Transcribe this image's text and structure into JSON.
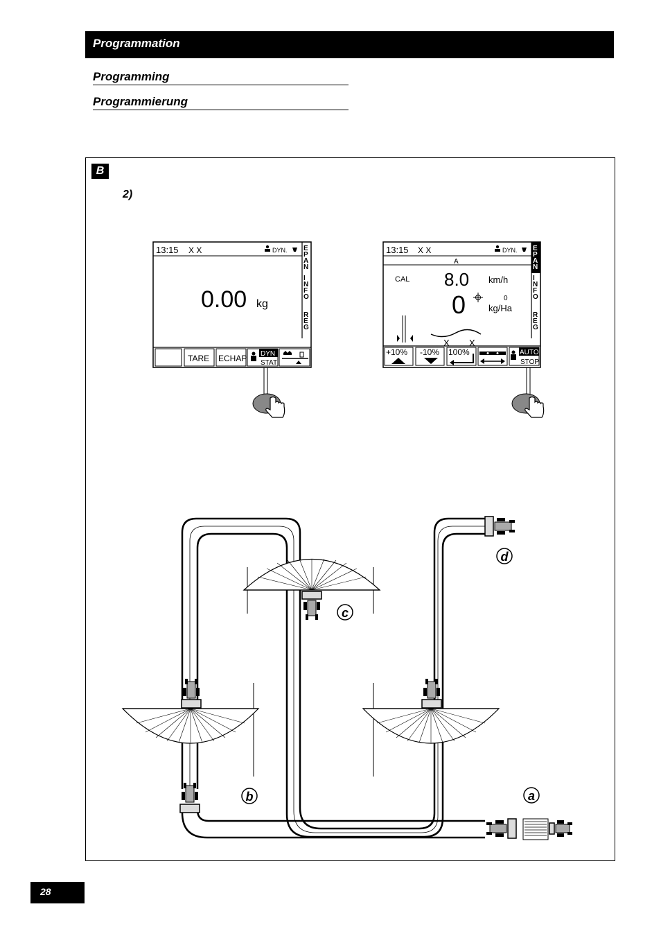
{
  "header": {
    "title": "Programmation"
  },
  "subtitles": {
    "en": "Programming",
    "de": "Programmierung"
  },
  "figure": {
    "badge": "B",
    "step": "2)"
  },
  "screen_left": {
    "time": "13:15",
    "status": "X X",
    "mode": "DYN.",
    "side_tabs": [
      "EPAN",
      "INFO",
      "REG"
    ],
    "weight_value": "0.00",
    "weight_unit": "kg",
    "buttons": [
      "TARE",
      "ECHAP"
    ],
    "dyn_label": "DYN",
    "stat_label": "STAT"
  },
  "screen_right": {
    "time": "13:15",
    "status": "X X",
    "mode": "DYN.",
    "sub_header": "A",
    "side_tabs": [
      "EPAN",
      "INFO",
      "REG"
    ],
    "cal_label": "CAL",
    "speed_value": "8.0",
    "speed_unit": "km/h",
    "dose_value": "0",
    "dose_small": "0",
    "dose_unit": "kg/Ha",
    "buttons": [
      "+10%",
      "-10%",
      "100%"
    ],
    "auto_label": "AUTO",
    "stop_label": "STOP"
  },
  "field_labels": {
    "a": "a",
    "b": "b",
    "c": "c",
    "d": "d"
  },
  "page_number": "28"
}
